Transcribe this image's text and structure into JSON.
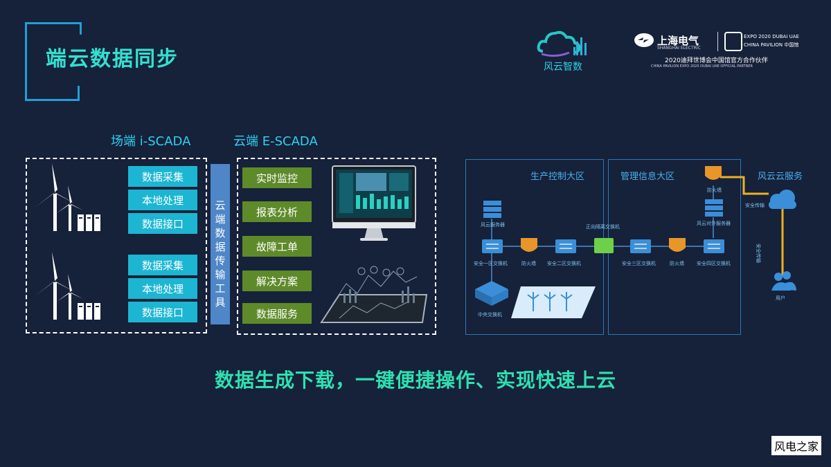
{
  "title": "端云数据同步",
  "logos": {
    "fengyun": "风云智数",
    "shanghai_electric_cn": "上海电气",
    "shanghai_electric_en": "SHANGHAI ELECTRIC",
    "expo_line1": "EXPO 2020 DUBAI UAE",
    "expo_line2": "CHINA PAVILION 中国馆",
    "partner_cn": "2020迪拜世博会中国馆官方合作伙伴",
    "partner_en": "CHINA PAVILION EXPO 2020 DUBAI UAE OFFICIAL PARTNER"
  },
  "field_side": {
    "label": "场端 i-SCADA",
    "group1": [
      "数据采集",
      "本地处理",
      "数据接口"
    ],
    "group2": [
      "数据采集",
      "本地处理",
      "数据接口"
    ]
  },
  "transfer_tool": [
    "云",
    "端",
    "数",
    "据",
    "传",
    "输",
    "工",
    "具"
  ],
  "cloud_side": {
    "label": "云端 E-SCADA",
    "items": [
      "实时监控",
      "报表分析",
      "故障工单",
      "解决方案",
      "数据服务"
    ]
  },
  "network": {
    "zone1": "生产控制大区",
    "zone2": "管理信息大区",
    "zone3": "风云云服务",
    "nodes": {
      "fy_server": "风云服务器",
      "sec1_switch": "安全一区交换机",
      "firewall": "防火墙",
      "sec2_switch": "安全二区交换机",
      "isolation": "正向隔离交换机",
      "sec3_switch": "安全三区交换机",
      "firewall2": "防火墙",
      "sec4_switch": "安全四区交换机",
      "central_switch": "中央交换机",
      "top_firewall": "防火墙",
      "fy_ext_server": "风云对外服务器",
      "secure_transfer": "安全传输",
      "secure_transfer2": "安全传输",
      "user": "用户"
    }
  },
  "slogan": "数据生成下载，一键便捷操作、实现快速上云",
  "watermark": "风电之家",
  "colors": {
    "cyan": "#1cb6d3",
    "green": "#5e8a2a",
    "accent": "#33e0d0",
    "bar": "#4e86c8"
  }
}
